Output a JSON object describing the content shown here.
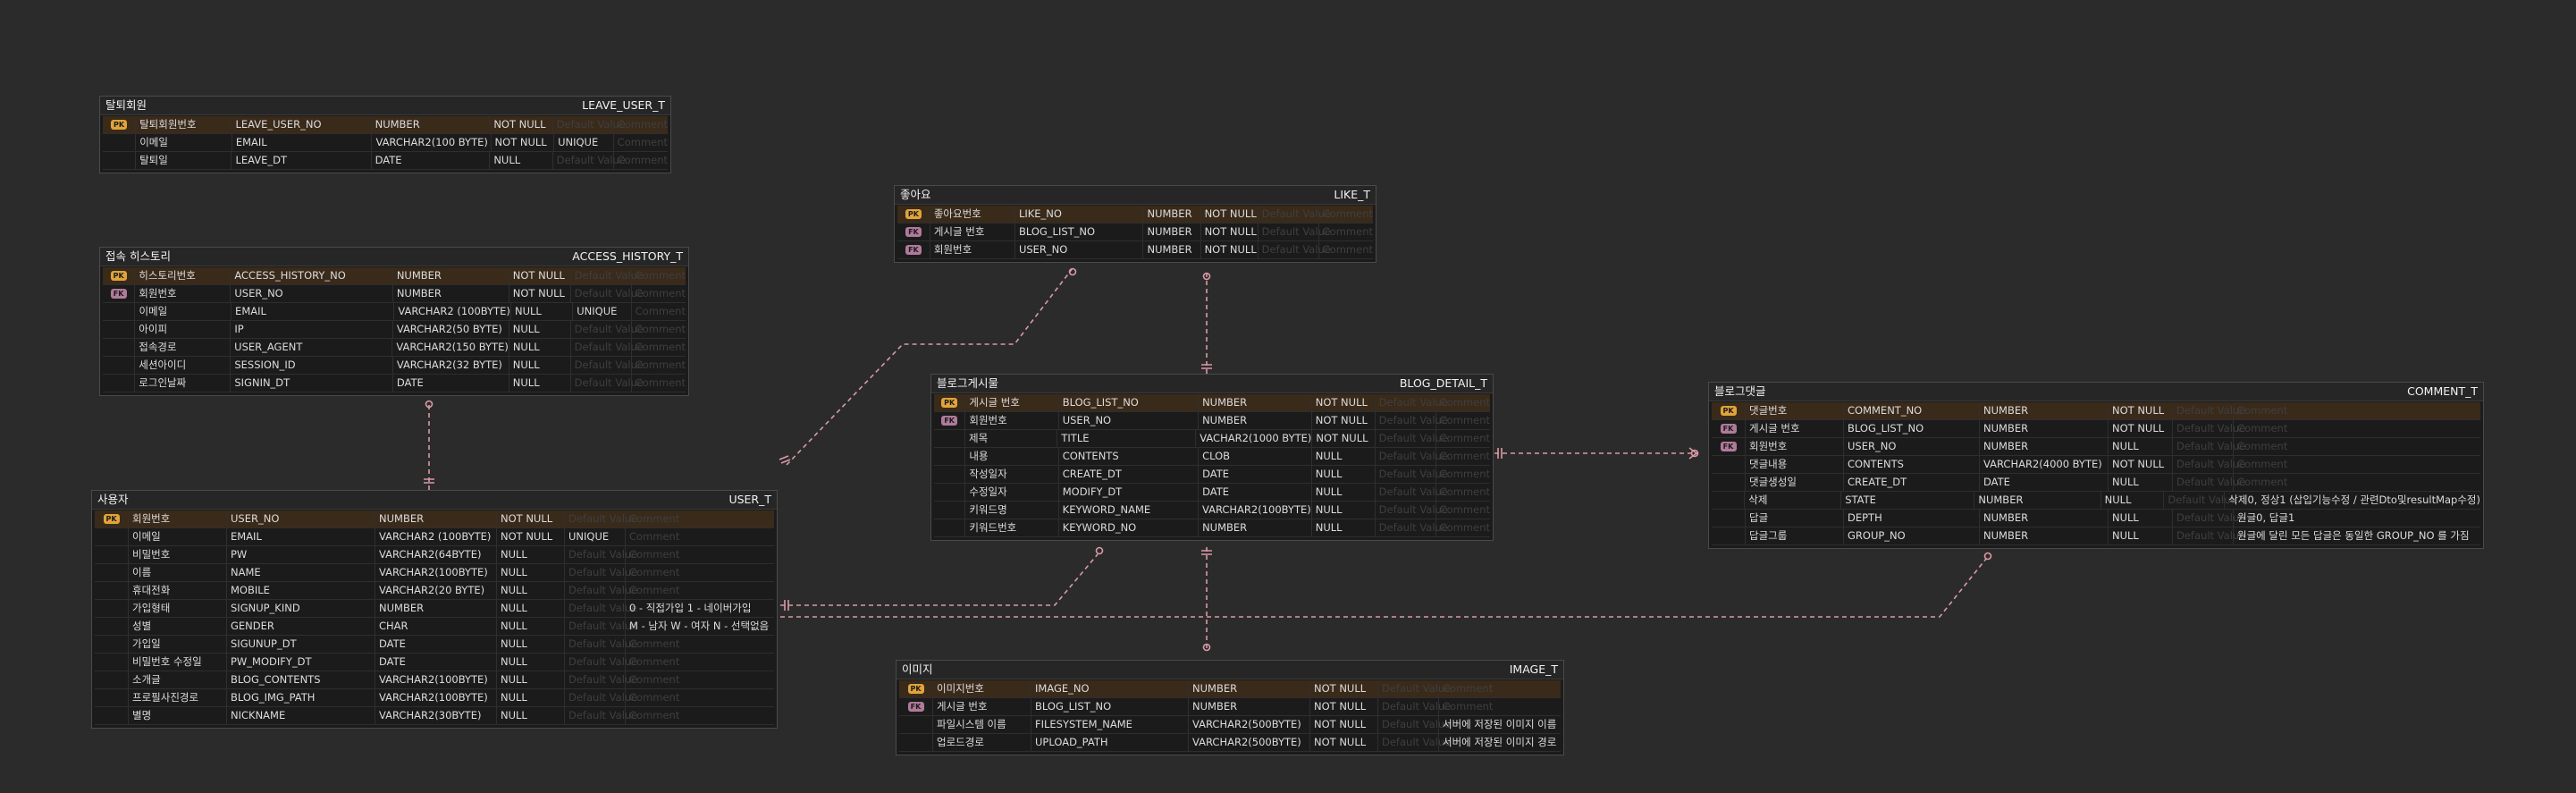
{
  "colors": {
    "background": "#2b2b2b",
    "entity": "#1b1b1b",
    "pk_row": "#3a2a1a",
    "pk_badge": "#e0a43a",
    "fk_badge": "#b07a9a",
    "relation": "#d99aa6"
  },
  "placeholders": {
    "comment": "Comment",
    "default": "Default Value"
  },
  "entities": [
    {
      "id": "leave",
      "logical": "탈퇴회원",
      "physical": "LEAVE_USER_T",
      "cols": [
        {
          "key": "pk",
          "logical": "탈퇴회원번호",
          "name": "LEAVE_USER_NO",
          "type": "NUMBER",
          "null": "NOT NULL",
          "default": "",
          "comment": ""
        },
        {
          "key": "",
          "logical": "이메일",
          "name": "EMAIL",
          "type": "VARCHAR2(100 BYTE)",
          "null": "NOT NULL",
          "default": "UNIQUE",
          "comment": ""
        },
        {
          "key": "",
          "logical": "탈퇴일",
          "name": "LEAVE_DT",
          "type": "DATE",
          "null": "NULL",
          "default": "",
          "comment": ""
        }
      ]
    },
    {
      "id": "access",
      "logical": "접속 히스토리",
      "physical": "ACCESS_HISTORY_T",
      "cols": [
        {
          "key": "pk",
          "logical": "히스토리번호",
          "name": "ACCESS_HISTORY_NO",
          "type": "NUMBER",
          "null": "NOT NULL",
          "default": "",
          "comment": ""
        },
        {
          "key": "fk",
          "logical": "회원번호",
          "name": "USER_NO",
          "type": "NUMBER",
          "null": "NOT NULL",
          "default": "",
          "comment": ""
        },
        {
          "key": "",
          "logical": "이메일",
          "name": "EMAIL",
          "type": "VARCHAR2 (100BYTE)",
          "null": "NULL",
          "default": "UNIQUE",
          "comment": ""
        },
        {
          "key": "",
          "logical": "아이피",
          "name": "IP",
          "type": "VARCHAR2(50 BYTE)",
          "null": "NULL",
          "default": "",
          "comment": ""
        },
        {
          "key": "",
          "logical": "접속경로",
          "name": "USER_AGENT",
          "type": "VARCHAR2(150 BYTE)",
          "null": "NULL",
          "default": "",
          "comment": ""
        },
        {
          "key": "",
          "logical": "세션아이디",
          "name": "SESSION_ID",
          "type": "VARCHAR2(32 BYTE)",
          "null": "NULL",
          "default": "",
          "comment": ""
        },
        {
          "key": "",
          "logical": "로그인날짜",
          "name": "SIGNIN_DT",
          "type": "DATE",
          "null": "NULL",
          "default": "",
          "comment": ""
        }
      ]
    },
    {
      "id": "user",
      "logical": "사용자",
      "physical": "USER_T",
      "cols": [
        {
          "key": "pk",
          "logical": "회원번호",
          "name": "USER_NO",
          "type": "NUMBER",
          "null": "NOT NULL",
          "default": "",
          "comment": ""
        },
        {
          "key": "",
          "logical": "이메일",
          "name": "EMAIL",
          "type": "VARCHAR2 (100BYTE)",
          "null": "NOT NULL",
          "default": "UNIQUE",
          "comment": ""
        },
        {
          "key": "",
          "logical": "비밀번호",
          "name": "PW",
          "type": "VARCHAR2(64BYTE)",
          "null": "NULL",
          "default": "",
          "comment": ""
        },
        {
          "key": "",
          "logical": "이름",
          "name": "NAME",
          "type": "VARCHAR2(100BYTE)",
          "null": "NULL",
          "default": "",
          "comment": ""
        },
        {
          "key": "",
          "logical": "휴대전화",
          "name": "MOBILE",
          "type": "VARCHAR2(20 BYTE)",
          "null": "NULL",
          "default": "",
          "comment": ""
        },
        {
          "key": "",
          "logical": "가입형태",
          "name": "SIGNUP_KIND",
          "type": "NUMBER",
          "null": "NULL",
          "default": "",
          "comment": "0 - 직접가입 1 - 네이버가입"
        },
        {
          "key": "",
          "logical": "성별",
          "name": "GENDER",
          "type": "CHAR",
          "null": "NULL",
          "default": "",
          "comment": "M - 남자 W - 여자 N - 선택없음"
        },
        {
          "key": "",
          "logical": "가입일",
          "name": "SIGUNUP_DT",
          "type": "DATE",
          "null": "NULL",
          "default": "",
          "comment": ""
        },
        {
          "key": "",
          "logical": "비밀번호 수정일",
          "name": "PW_MODIFY_DT",
          "type": "DATE",
          "null": "NULL",
          "default": "",
          "comment": ""
        },
        {
          "key": "",
          "logical": "소개글",
          "name": "BLOG_CONTENTS",
          "type": "VARCHAR2(100BYTE)",
          "null": "NULL",
          "default": "",
          "comment": ""
        },
        {
          "key": "",
          "logical": "프로필사진경로",
          "name": "BLOG_IMG_PATH",
          "type": "VARCHAR2(100BYTE)",
          "null": "NULL",
          "default": "",
          "comment": ""
        },
        {
          "key": "",
          "logical": "별명",
          "name": "NICKNAME",
          "type": "VARCHAR2(30BYTE)",
          "null": "NULL",
          "default": "",
          "comment": ""
        }
      ]
    },
    {
      "id": "like",
      "logical": "좋아요",
      "physical": "LIKE_T",
      "cols": [
        {
          "key": "pk",
          "logical": "좋아요번호",
          "name": "LIKE_NO",
          "type": "NUMBER",
          "null": "NOT NULL",
          "default": "",
          "comment": ""
        },
        {
          "key": "fk",
          "logical": "게시글 번호",
          "name": "BLOG_LIST_NO",
          "type": "NUMBER",
          "null": "NOT NULL",
          "default": "",
          "comment": ""
        },
        {
          "key": "fk",
          "logical": "회원번호",
          "name": "USER_NO",
          "type": "NUMBER",
          "null": "NOT NULL",
          "default": "",
          "comment": ""
        }
      ]
    },
    {
      "id": "blog",
      "logical": "블로그게시물",
      "physical": "BLOG_DETAIL_T",
      "cols": [
        {
          "key": "pk",
          "logical": "게시글 번호",
          "name": "BLOG_LIST_NO",
          "type": "NUMBER",
          "null": "NOT NULL",
          "default": "",
          "comment": ""
        },
        {
          "key": "fk",
          "logical": "회원번호",
          "name": "USER_NO",
          "type": "NUMBER",
          "null": "NOT NULL",
          "default": "",
          "comment": ""
        },
        {
          "key": "",
          "logical": "제목",
          "name": "TITLE",
          "type": "VACHAR2(1000 BYTE)",
          "null": "NOT NULL",
          "default": "",
          "comment": ""
        },
        {
          "key": "",
          "logical": "내용",
          "name": "CONTENTS",
          "type": "CLOB",
          "null": "NULL",
          "default": "",
          "comment": ""
        },
        {
          "key": "",
          "logical": "작성일자",
          "name": "CREATE_DT",
          "type": "DATE",
          "null": "NULL",
          "default": "",
          "comment": ""
        },
        {
          "key": "",
          "logical": "수정일자",
          "name": "MODIFY_DT",
          "type": "DATE",
          "null": "NULL",
          "default": "",
          "comment": ""
        },
        {
          "key": "",
          "logical": "키워드명",
          "name": "KEYWORD_NAME",
          "type": "VARCHAR2(100BYTE)",
          "null": "NULL",
          "default": "",
          "comment": ""
        },
        {
          "key": "",
          "logical": "키워드번호",
          "name": "KEYWORD_NO",
          "type": "NUMBER",
          "null": "NULL",
          "default": "",
          "comment": ""
        }
      ]
    },
    {
      "id": "image",
      "logical": "이미지",
      "physical": "IMAGE_T",
      "cols": [
        {
          "key": "pk",
          "logical": "이미지번호",
          "name": "IMAGE_NO",
          "type": "NUMBER",
          "null": "NOT NULL",
          "default": "",
          "comment": ""
        },
        {
          "key": "fk",
          "logical": "게시글 번호",
          "name": "BLOG_LIST_NO",
          "type": "NUMBER",
          "null": "NOT NULL",
          "default": "",
          "comment": ""
        },
        {
          "key": "",
          "logical": "파일시스템 이름",
          "name": "FILESYSTEM_NAME",
          "type": "VARCHAR2(500BYTE)",
          "null": "NOT NULL",
          "default": "",
          "comment": "서버에 저장된 이미지 이름"
        },
        {
          "key": "",
          "logical": "업로드경로",
          "name": "UPLOAD_PATH",
          "type": "VARCHAR2(500BYTE)",
          "null": "NOT NULL",
          "default": "",
          "comment": "서버에 저장된 이미지 경로"
        }
      ]
    },
    {
      "id": "comment",
      "logical": "블로그댓글",
      "physical": "COMMENT_T",
      "cols": [
        {
          "key": "pk",
          "logical": "댓글번호",
          "name": "COMMENT_NO",
          "type": "NUMBER",
          "null": "NOT NULL",
          "default": "",
          "comment": ""
        },
        {
          "key": "fk",
          "logical": "게시글 번호",
          "name": "BLOG_LIST_NO",
          "type": "NUMBER",
          "null": "NOT NULL",
          "default": "",
          "comment": ""
        },
        {
          "key": "fk",
          "logical": "회원번호",
          "name": "USER_NO",
          "type": "NUMBER",
          "null": "NULL",
          "default": "",
          "comment": ""
        },
        {
          "key": "",
          "logical": "댓글내용",
          "name": "CONTENTS",
          "type": "VARCHAR2(4000 BYTE)",
          "null": "NOT NULL",
          "default": "",
          "comment": ""
        },
        {
          "key": "",
          "logical": "댓글생성일",
          "name": "CREATE_DT",
          "type": "DATE",
          "null": "NULL",
          "default": "",
          "comment": ""
        },
        {
          "key": "",
          "logical": "삭제",
          "name": "STATE",
          "type": "NUMBER",
          "null": "NULL",
          "default": "",
          "comment": "삭제0, 정상1 (삽입기능수정 / 관련Dto및resultMap수정)"
        },
        {
          "key": "",
          "logical": "답글",
          "name": "DEPTH",
          "type": "NUMBER",
          "null": "NULL",
          "default": "",
          "comment": "원글0, 답글1"
        },
        {
          "key": "",
          "logical": "답글그룹",
          "name": "GROUP_NO",
          "type": "NUMBER",
          "null": "NULL",
          "default": "",
          "comment": "원글에 달린 모든 답글은 동일한 GROUP_NO 를 가짐"
        }
      ]
    }
  ]
}
